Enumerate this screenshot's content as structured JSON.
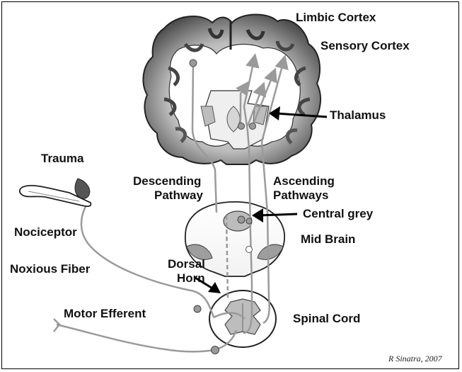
{
  "labels": {
    "limbic_cortex": "Limbic Cortex",
    "sensory_cortex": "Sensory Cortex",
    "thalamus": "Thalamus",
    "trauma": "Trauma",
    "descending_line1": "Descending",
    "descending_line2": "Pathway",
    "ascending_line1": "Ascending",
    "ascending_line2": "Pathways",
    "central_grey": "Central grey",
    "mid_brain": "Mid Brain",
    "nociceptor": "Nociceptor",
    "noxious_fiber": "Noxious Fiber",
    "dorsal_line1": "Dorsal",
    "dorsal_line2": "Horn",
    "motor_efferent": "Motor Efferent",
    "spinal_cord": "Spinal Cord"
  },
  "credit": "R Sinatra, 2007",
  "colors": {
    "cortex_dark": "#4a4a4a",
    "cortex_light": "#c4c4c4",
    "pathway": "#9a9a9a",
    "outline": "#222222",
    "arrow": "#000000"
  }
}
